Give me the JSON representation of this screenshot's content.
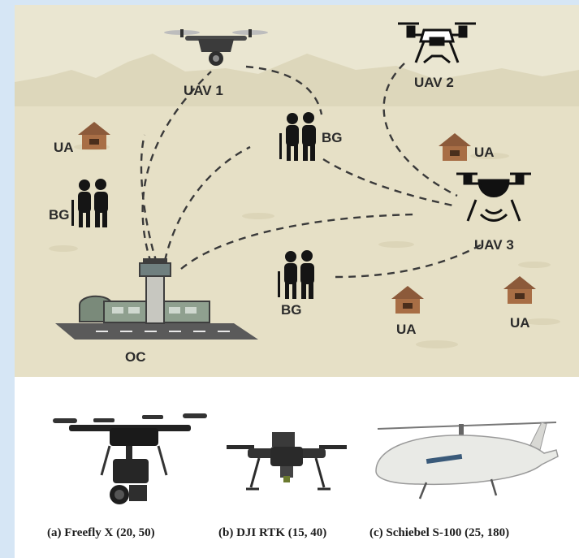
{
  "scene": {
    "labels": {
      "uav1": "UAV 1",
      "uav2": "UAV 2",
      "uav3": "UAV 3",
      "bg_center": "BG",
      "bg_left": "BG",
      "bg_bottom": "BG",
      "ua_left": "UA",
      "ua_right": "UA",
      "ua_bottom_center": "UA",
      "ua_bottom_right": "UA",
      "oc": "OC"
    }
  },
  "captions": {
    "a": "(a) Freefly X (20, 50)",
    "b": "(b) DJI RTK (15, 40)",
    "c": "(c) Schiebel S-100 (25, 180)"
  },
  "colors": {
    "scene_background": "#eae6d1",
    "mountains": "#ddd7bb",
    "ground": "#e6e0c6",
    "dashed_link": "#3a3a3a",
    "frame_strip": "#d6e6f5"
  }
}
